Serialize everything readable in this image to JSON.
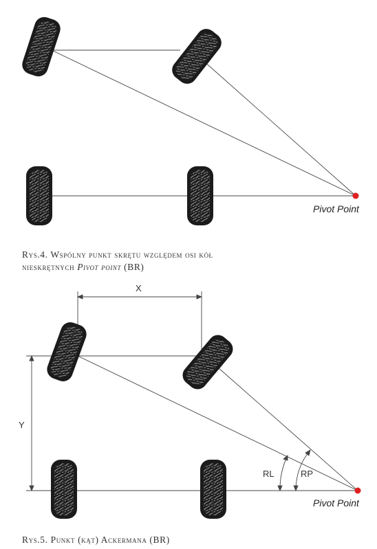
{
  "fig4": {
    "pivot_label": "Pivot Point",
    "caption_line1": "Rys.4. Wspólny punkt skrętu względem osi kół",
    "caption_line2_a": "nieskrętnych ",
    "caption_line2_b": "Pivot point",
    "caption_line2_c": " (BR)"
  },
  "fig5": {
    "x_label": "X",
    "y_label": "Y",
    "rl_label": "RL",
    "rp_label": "RP",
    "pivot_label": "Pivot Point",
    "caption": "Rys.5. Punkt (kąt) Ackermana (BR)"
  },
  "colors": {
    "tire": "#1b1b1b",
    "tread": "#8a8a8a",
    "line": "#444444",
    "pivot": "#e02020"
  }
}
